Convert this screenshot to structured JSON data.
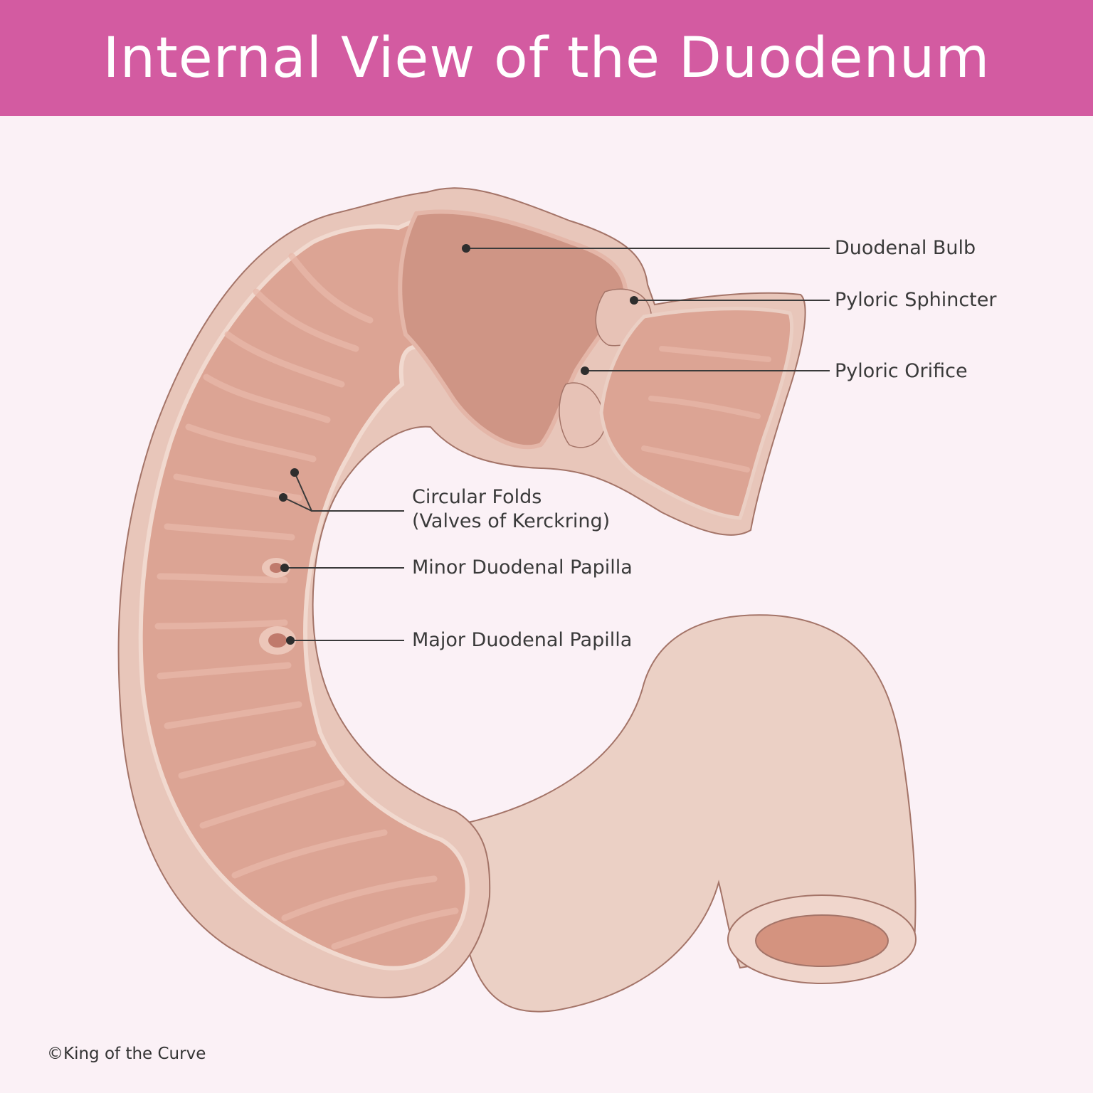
{
  "title": "Internal View of the Duodenum",
  "labels": {
    "duodenal_bulb": "Duodenal Bulb",
    "pyloric_sphincter": "Pyloric Sphincter",
    "pyloric_orifice": "Pyloric Orifice",
    "circular_folds": "Circular Folds",
    "circular_folds_alt": "(Valves of Kerckring)",
    "minor_papilla": "Minor Duodenal Papilla",
    "major_papilla": "Major Duodenal Papilla"
  },
  "copyright": "©King of the Curve",
  "colors": {
    "header": "#d35ba1",
    "background": "#fbf1f6",
    "outer_wall": "#e9c9bd",
    "mucosa": "#dba393",
    "bulb": "#cf9585",
    "outline": "#a47468"
  }
}
